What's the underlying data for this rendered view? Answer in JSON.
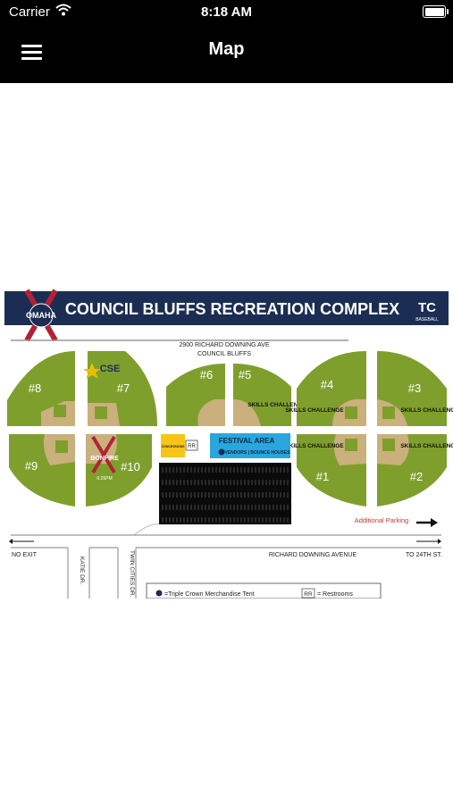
{
  "status_bar": {
    "carrier": "Carrier",
    "time": "8:18 AM"
  },
  "nav": {
    "title": "Map",
    "menu_icon": "hamburger-menu-icon"
  },
  "map": {
    "header_title": "COUNCIL BLUFFS RECREATION COMPLEX",
    "left_logo_text": "OMAHA",
    "right_logo_letters": "TC",
    "right_logo_sub": "BASEBALL",
    "address_line1": "2900 RICHARD DOWNING AVE",
    "address_line2": "COUNCIL BLUFFS",
    "fields": [
      "#8",
      "#7",
      "#6",
      "#5",
      "#4",
      "#3",
      "#9",
      "#10",
      "#1",
      "#2"
    ],
    "skills_challenge": "SKILLS CHALLENGE",
    "sponsor_label": "CSE",
    "bonfire_label": "BONFIRE",
    "bonfire_time": "6:25PM",
    "concessions_label": "CONCESSIONS",
    "restroom_label": "RR",
    "festival_title": "FESTIVAL AREA",
    "festival_subtitle": "VENDORS | BOUNCE HOUSES",
    "additional_parking": "Additional Parking",
    "no_exit": "NO EXIT",
    "to_street": "TO 24TH ST.",
    "richard_downing_avenue": "RICHARD DOWNING AVENUE",
    "katie_dr": "KATIE DR.",
    "twin_cities_dr": "TWIN CITIES DR.",
    "legend_merch": "=Triple Crown Merchandise Tent",
    "legend_rr_box": "RR",
    "legend_restrooms": "= Restrooms",
    "colors": {
      "header_navy": "#1b2d52",
      "field_green": "#7f9f2c",
      "infield": "#c9b07c",
      "festival_blue": "#29a6dc",
      "concessions": "#f5c518"
    }
  }
}
